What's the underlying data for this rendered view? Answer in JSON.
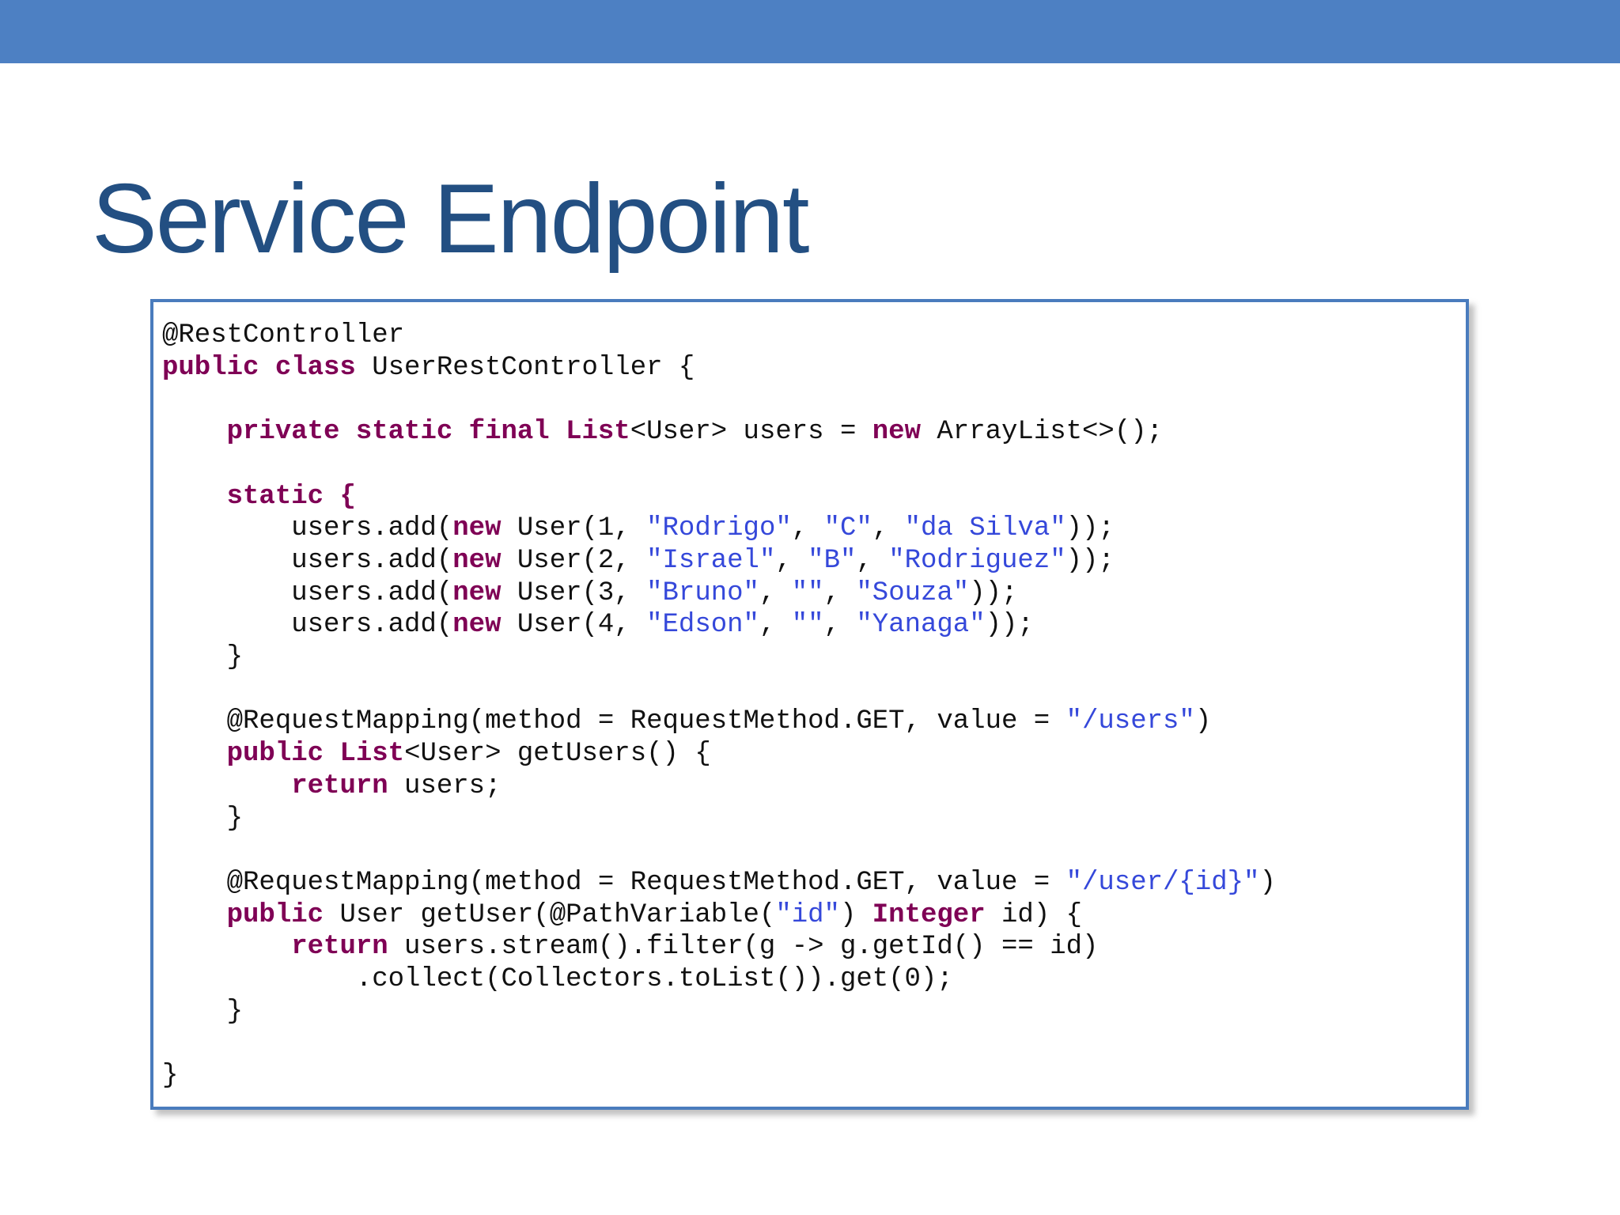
{
  "slide": {
    "title": "Service Endpoint",
    "colors": {
      "top_bar": "#4d80c3",
      "title": "#234f82",
      "box_border": "#4a7cbd",
      "keyword": "#7f0055",
      "string": "#3548da",
      "code_text": "#111111"
    }
  },
  "code": {
    "language": "java",
    "lines": [
      [
        {
          "t": "@RestController",
          "c": "p"
        }
      ],
      [
        {
          "t": "public class",
          "c": "k"
        },
        {
          "t": " UserRestController {",
          "c": "p"
        }
      ],
      [],
      [
        {
          "t": "    ",
          "c": "p"
        },
        {
          "t": "private static final List",
          "c": "k"
        },
        {
          "t": "<User> users = ",
          "c": "p"
        },
        {
          "t": "new",
          "c": "k"
        },
        {
          "t": " ArrayList<>();",
          "c": "p"
        }
      ],
      [],
      [
        {
          "t": "    ",
          "c": "p"
        },
        {
          "t": "static {",
          "c": "k"
        }
      ],
      [
        {
          "t": "        users.add(",
          "c": "p"
        },
        {
          "t": "new",
          "c": "k"
        },
        {
          "t": " User(1, ",
          "c": "p"
        },
        {
          "t": "\"Rodrigo\"",
          "c": "s"
        },
        {
          "t": ", ",
          "c": "p"
        },
        {
          "t": "\"C\"",
          "c": "s"
        },
        {
          "t": ", ",
          "c": "p"
        },
        {
          "t": "\"da Silva\"",
          "c": "s"
        },
        {
          "t": "));",
          "c": "p"
        }
      ],
      [
        {
          "t": "        users.add(",
          "c": "p"
        },
        {
          "t": "new",
          "c": "k"
        },
        {
          "t": " User(2, ",
          "c": "p"
        },
        {
          "t": "\"Israel\"",
          "c": "s"
        },
        {
          "t": ", ",
          "c": "p"
        },
        {
          "t": "\"B\"",
          "c": "s"
        },
        {
          "t": ", ",
          "c": "p"
        },
        {
          "t": "\"Rodriguez\"",
          "c": "s"
        },
        {
          "t": "));",
          "c": "p"
        }
      ],
      [
        {
          "t": "        users.add(",
          "c": "p"
        },
        {
          "t": "new",
          "c": "k"
        },
        {
          "t": " User(3, ",
          "c": "p"
        },
        {
          "t": "\"Bruno\"",
          "c": "s"
        },
        {
          "t": ", ",
          "c": "p"
        },
        {
          "t": "\"\"",
          "c": "s"
        },
        {
          "t": ", ",
          "c": "p"
        },
        {
          "t": "\"Souza\"",
          "c": "s"
        },
        {
          "t": "));",
          "c": "p"
        }
      ],
      [
        {
          "t": "        users.add(",
          "c": "p"
        },
        {
          "t": "new",
          "c": "k"
        },
        {
          "t": " User(4, ",
          "c": "p"
        },
        {
          "t": "\"Edson\"",
          "c": "s"
        },
        {
          "t": ", ",
          "c": "p"
        },
        {
          "t": "\"\"",
          "c": "s"
        },
        {
          "t": ", ",
          "c": "p"
        },
        {
          "t": "\"Yanaga\"",
          "c": "s"
        },
        {
          "t": "));",
          "c": "p"
        }
      ],
      [
        {
          "t": "    }",
          "c": "p"
        }
      ],
      [],
      [
        {
          "t": "    @RequestMapping(method = RequestMethod.GET, value = ",
          "c": "p"
        },
        {
          "t": "\"/users\"",
          "c": "s"
        },
        {
          "t": ")",
          "c": "p"
        }
      ],
      [
        {
          "t": "    ",
          "c": "p"
        },
        {
          "t": "public List",
          "c": "k"
        },
        {
          "t": "<User> getUsers() {",
          "c": "p"
        }
      ],
      [
        {
          "t": "        ",
          "c": "p"
        },
        {
          "t": "return",
          "c": "k"
        },
        {
          "t": " users;",
          "c": "p"
        }
      ],
      [
        {
          "t": "    }",
          "c": "p"
        }
      ],
      [],
      [
        {
          "t": "    @RequestMapping(method = RequestMethod.GET, value = ",
          "c": "p"
        },
        {
          "t": "\"/user/{id}\"",
          "c": "s"
        },
        {
          "t": ")",
          "c": "p"
        }
      ],
      [
        {
          "t": "    ",
          "c": "p"
        },
        {
          "t": "public",
          "c": "k"
        },
        {
          "t": " User getUser(@PathVariable(",
          "c": "p"
        },
        {
          "t": "\"id\"",
          "c": "s"
        },
        {
          "t": ") ",
          "c": "p"
        },
        {
          "t": "Integer",
          "c": "k"
        },
        {
          "t": " id) {",
          "c": "p"
        }
      ],
      [
        {
          "t": "        ",
          "c": "p"
        },
        {
          "t": "return",
          "c": "k"
        },
        {
          "t": " users.stream().filter(g -> g.getId() == id)",
          "c": "p"
        }
      ],
      [
        {
          "t": "            .collect(Collectors.toList()).get(0);",
          "c": "p"
        }
      ],
      [
        {
          "t": "    }",
          "c": "p"
        }
      ],
      [],
      [
        {
          "t": "}",
          "c": "p"
        }
      ]
    ]
  }
}
